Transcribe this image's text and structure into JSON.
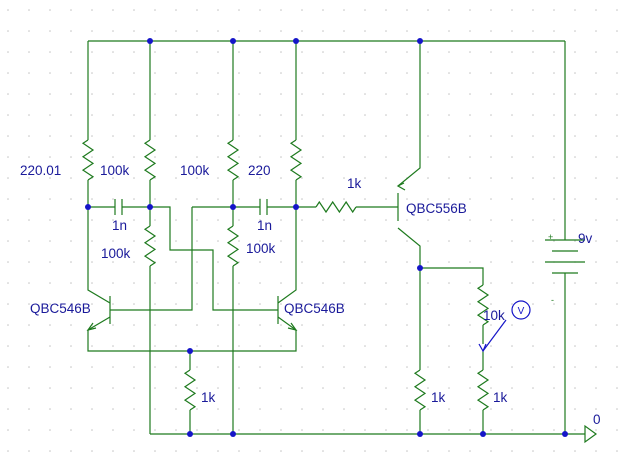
{
  "labels": {
    "r1": "220.01",
    "r2": "100k",
    "r3": "100k",
    "r4": "220",
    "r5": "1k",
    "c1": "1n",
    "c2": "1n",
    "r_base1": "100k",
    "r_base2": "100k",
    "q1": "QBC546B",
    "q2": "QBC546B",
    "q3": "QBC556B",
    "r_emitter": "1k",
    "r_pot_top": "10k",
    "r_pot_bottom": "1k",
    "r_load": "1k",
    "battery": "9v",
    "battery_plus": "+",
    "battery_minus": "-",
    "probe": "V",
    "ground": "0"
  },
  "colors": {
    "wire": "#1e7a1e",
    "node": "#1515c8",
    "label": "#1a1a9a",
    "grid": "#c4c4c4",
    "background": "#ffffff"
  }
}
